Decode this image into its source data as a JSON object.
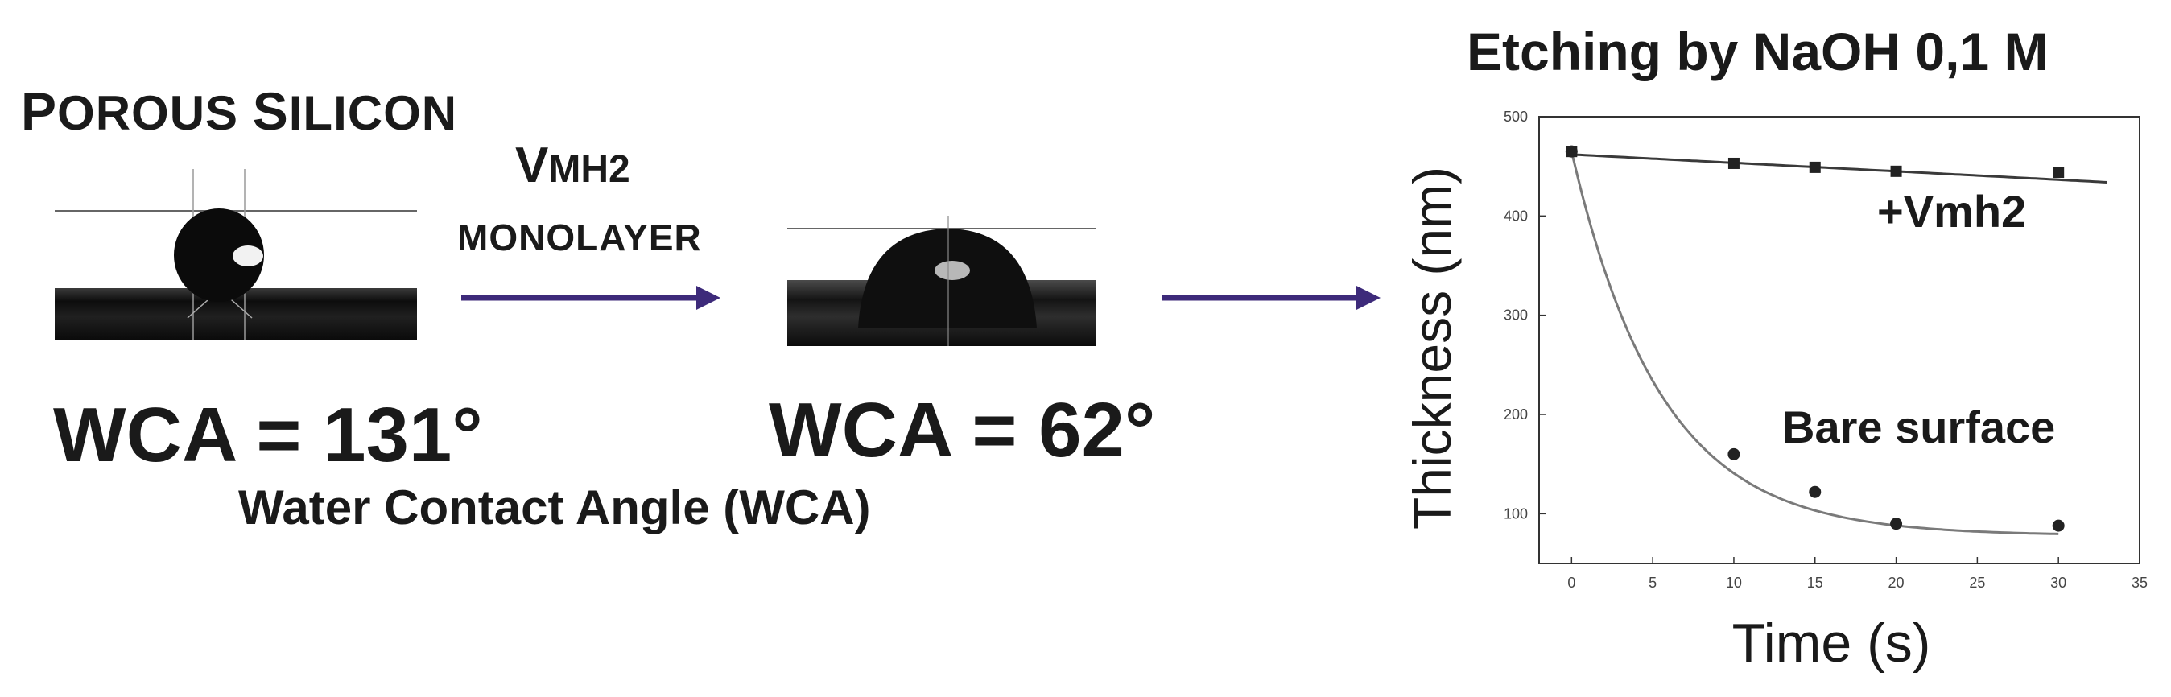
{
  "left_panel": {
    "title_first_letter": "P",
    "title_first_rest": "OROUS",
    "title_second_letter": "S",
    "title_second_rest": "ILICON",
    "before_wca": "WCA = 131°",
    "after_wca": "WCA = 62°",
    "caption": "Water Contact Angle (WCA)"
  },
  "step": {
    "line1_first_letter": "V",
    "line1_rest": "MH2",
    "line2": "MONOLAYER"
  },
  "colors": {
    "arrow": "#3d2a7a",
    "text": "#1a1a1a",
    "substrate": "#141414",
    "series_marker": "#222222"
  },
  "chart_data": {
    "type": "scatter",
    "title": "Etching by NaOH 0,1 M",
    "xlabel": "Time (s)",
    "ylabel": "Thickness (nm)",
    "xlim": [
      -2,
      35
    ],
    "ylim": [
      50,
      500
    ],
    "xticks": [
      0,
      5,
      10,
      15,
      20,
      25,
      30,
      35
    ],
    "yticks": [
      100,
      200,
      300,
      400,
      500
    ],
    "grid": false,
    "series": [
      {
        "name": "+Vmh2",
        "x": [
          0,
          10,
          15,
          20,
          30
        ],
        "y": [
          465,
          453,
          449,
          445,
          444
        ],
        "fit": {
          "model": "linear",
          "intercept": 462,
          "slope": -0.85,
          "x_end": 33
        }
      },
      {
        "name": "Bare surface",
        "x": [
          0,
          10,
          15,
          20,
          30
        ],
        "y": [
          465,
          160,
          122,
          90,
          88
        ],
        "fit": {
          "model": "exp_decay",
          "y0": 465,
          "y_inf": 78,
          "tau": 5.5,
          "x_end": 30
        }
      }
    ]
  }
}
